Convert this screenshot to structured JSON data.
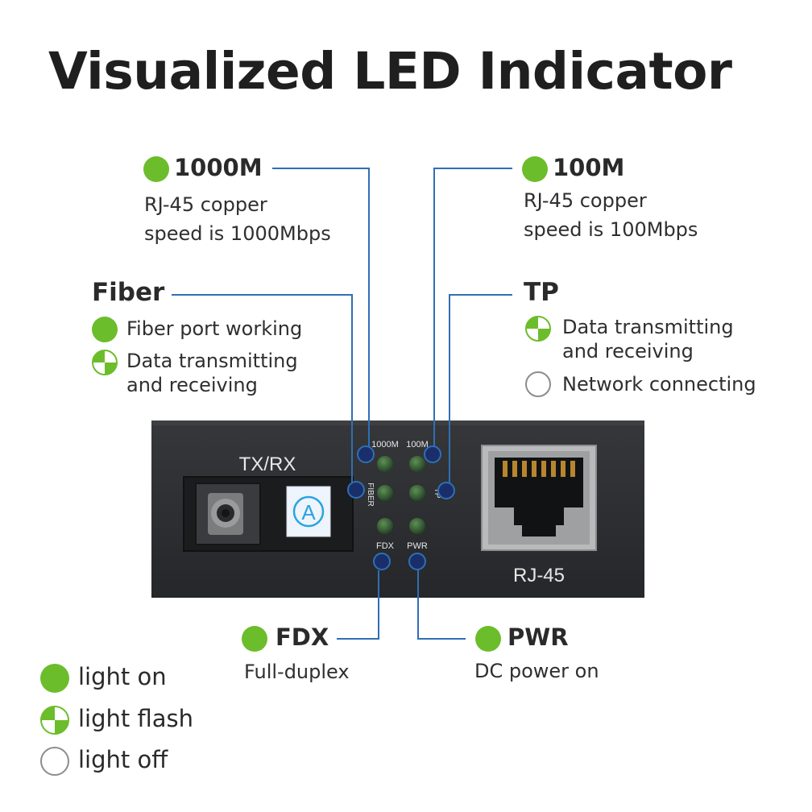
{
  "title": "Visualized LED Indicator",
  "callouts": {
    "m1000": {
      "heading": "1000M",
      "lines": [
        "RJ-45 copper",
        "speed is 1000Mbps"
      ]
    },
    "m100": {
      "heading": "100M",
      "lines": [
        "RJ-45 copper",
        "speed is 100Mbps"
      ]
    },
    "fiber": {
      "heading": "Fiber",
      "item1": "Fiber port working",
      "item2_lines": [
        "Data transmitting",
        "and receiving"
      ]
    },
    "tp": {
      "heading": "TP",
      "item1_lines": [
        "Data transmitting",
        "and receiving"
      ],
      "item2": "Network connecting"
    },
    "fdx": {
      "heading": "FDX",
      "desc": "Full-duplex"
    },
    "pwr": {
      "heading": "PWR",
      "desc": "DC power on"
    }
  },
  "device": {
    "port_label": "TX/RX",
    "rj45_label": "RJ-45",
    "led_labels": {
      "m1000": "1000M",
      "m100": "100M",
      "fiber": "FIBER",
      "tp": "TP",
      "fdx": "FDX",
      "pwr": "PWR"
    },
    "logo_letter": "A"
  },
  "legend": [
    {
      "state": "on",
      "label": "light on"
    },
    {
      "state": "flash",
      "label": "light flash"
    },
    {
      "state": "off",
      "label": "light off"
    }
  ],
  "colors": {
    "led_on_green": "#6cbd2b",
    "callout_line_blue": "#2f6fb5",
    "device_body": "#2b2d30"
  }
}
